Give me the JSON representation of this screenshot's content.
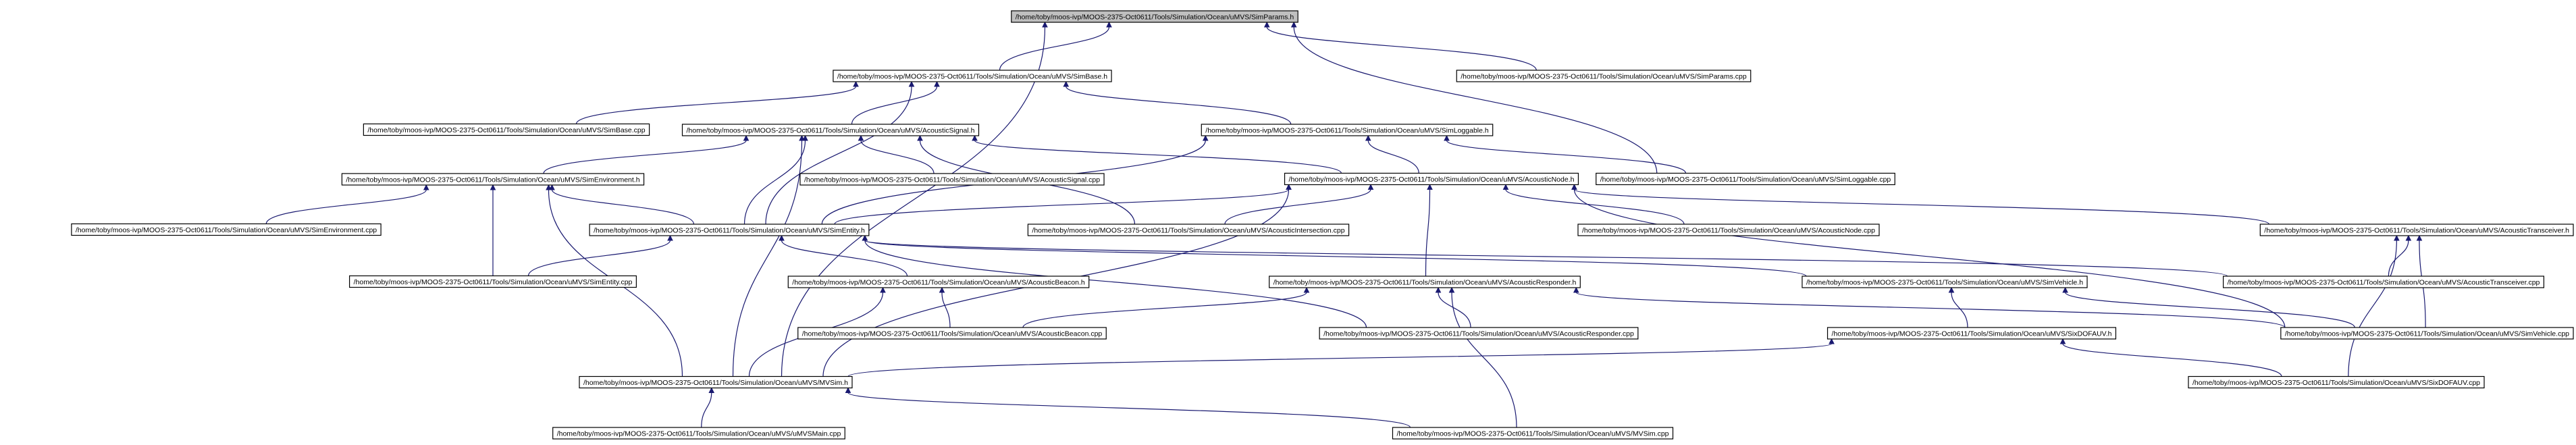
{
  "prefix": "/home/toby/moos-ivp/MOOS-2375-Oct0611/Tools/Simulation/Ocean/uMVS/",
  "nodes": [
    {
      "id": "simparams_h",
      "file": "SimParams.h",
      "root": true
    },
    {
      "id": "simbase_h",
      "file": "SimBase.h"
    },
    {
      "id": "simparams_cpp",
      "file": "SimParams.cpp"
    },
    {
      "id": "simbase_cpp",
      "file": "SimBase.cpp"
    },
    {
      "id": "acousticsignal_h",
      "file": "AcousticSignal.h"
    },
    {
      "id": "simloggable_h",
      "file": "SimLoggable.h"
    },
    {
      "id": "simenvironment_h",
      "file": "SimEnvironment.h"
    },
    {
      "id": "acousticsignal_cpp",
      "file": "AcousticSignal.cpp"
    },
    {
      "id": "acousticnode_h",
      "file": "AcousticNode.h"
    },
    {
      "id": "simloggable_cpp",
      "file": "SimLoggable.cpp"
    },
    {
      "id": "simenvironment_cpp",
      "file": "SimEnvironment.cpp"
    },
    {
      "id": "simentity_h",
      "file": "SimEntity.h"
    },
    {
      "id": "acousticintersection_cpp",
      "file": "AcousticIntersection.cpp"
    },
    {
      "id": "acousticnode_cpp",
      "file": "AcousticNode.cpp"
    },
    {
      "id": "acoustictransceiver_h",
      "file": "AcousticTransceiver.h"
    },
    {
      "id": "simentity_cpp",
      "file": "SimEntity.cpp"
    },
    {
      "id": "acousticbeacon_h",
      "file": "AcousticBeacon.h"
    },
    {
      "id": "acousticresponder_h",
      "file": "AcousticResponder.h"
    },
    {
      "id": "simvehicle_h",
      "file": "SimVehicle.h"
    },
    {
      "id": "acoustictransceiver_cpp",
      "file": "AcousticTransceiver.cpp"
    },
    {
      "id": "acousticbeacon_cpp",
      "file": "AcousticBeacon.cpp"
    },
    {
      "id": "acousticresponder_cpp",
      "file": "AcousticResponder.cpp"
    },
    {
      "id": "sixdofauv_h",
      "file": "SixDOFAUV.h"
    },
    {
      "id": "simvehicle_cpp",
      "file": "SimVehicle.cpp"
    },
    {
      "id": "mvsim_h",
      "file": "MVSim.h"
    },
    {
      "id": "sixdofauv_cpp",
      "file": "SixDOFAUV.cpp"
    },
    {
      "id": "umvsmain_cpp",
      "file": "uMVSMain.cpp"
    },
    {
      "id": "mvsim_cpp",
      "file": "MVSim.cpp"
    }
  ],
  "edges": [
    [
      "simparams_h",
      "simbase_h"
    ],
    [
      "simparams_h",
      "simparams_cpp"
    ],
    [
      "simparams_h",
      "simloggable_cpp"
    ],
    [
      "simparams_h",
      "mvsim_h"
    ],
    [
      "simbase_h",
      "simbase_cpp"
    ],
    [
      "simbase_h",
      "acousticsignal_h"
    ],
    [
      "simbase_h",
      "simloggable_h"
    ],
    [
      "simbase_h",
      "simentity_h"
    ],
    [
      "acousticsignal_h",
      "simenvironment_h"
    ],
    [
      "acousticsignal_h",
      "acousticsignal_cpp"
    ],
    [
      "acousticsignal_h",
      "acousticnode_h"
    ],
    [
      "acousticsignal_h",
      "simentity_h"
    ],
    [
      "acousticsignal_h",
      "acousticintersection_cpp"
    ],
    [
      "acousticsignal_h",
      "mvsim_h"
    ],
    [
      "simloggable_h",
      "simloggable_cpp"
    ],
    [
      "simloggable_h",
      "acousticnode_h"
    ],
    [
      "simloggable_h",
      "simentity_h"
    ],
    [
      "simenvironment_h",
      "simenvironment_cpp"
    ],
    [
      "simenvironment_h",
      "simentity_h"
    ],
    [
      "simenvironment_h",
      "simentity_cpp"
    ],
    [
      "simenvironment_h",
      "mvsim_h"
    ],
    [
      "acousticnode_h",
      "simentity_h"
    ],
    [
      "acousticnode_h",
      "acousticintersection_cpp"
    ],
    [
      "acousticnode_h",
      "acousticnode_cpp"
    ],
    [
      "acousticnode_h",
      "acoustictransceiver_h"
    ],
    [
      "acousticnode_h",
      "acousticresponder_h"
    ],
    [
      "acousticnode_h",
      "simvehicle_cpp"
    ],
    [
      "acousticnode_h",
      "mvsim_h"
    ],
    [
      "simentity_h",
      "simentity_cpp"
    ],
    [
      "simentity_h",
      "acousticbeacon_h"
    ],
    [
      "simentity_h",
      "acousticresponder_cpp"
    ],
    [
      "simentity_h",
      "simvehicle_h"
    ],
    [
      "simentity_h",
      "acoustictransceiver_cpp"
    ],
    [
      "acoustictransceiver_h",
      "acoustictransceiver_cpp"
    ],
    [
      "acoustictransceiver_h",
      "simvehicle_cpp"
    ],
    [
      "acoustictransceiver_h",
      "sixdofauv_cpp"
    ],
    [
      "acousticbeacon_h",
      "acousticbeacon_cpp"
    ],
    [
      "acousticbeacon_h",
      "mvsim_h"
    ],
    [
      "acousticresponder_h",
      "acousticbeacon_cpp"
    ],
    [
      "acousticresponder_h",
      "acousticresponder_cpp"
    ],
    [
      "acousticresponder_h",
      "simvehicle_cpp"
    ],
    [
      "acousticresponder_h",
      "mvsim_cpp"
    ],
    [
      "simvehicle_h",
      "sixdofauv_h"
    ],
    [
      "simvehicle_h",
      "simvehicle_cpp"
    ],
    [
      "sixdofauv_h",
      "mvsim_h"
    ],
    [
      "sixdofauv_h",
      "sixdofauv_cpp"
    ],
    [
      "mvsim_h",
      "umvsmain_cpp"
    ],
    [
      "mvsim_h",
      "mvsim_cpp"
    ]
  ]
}
